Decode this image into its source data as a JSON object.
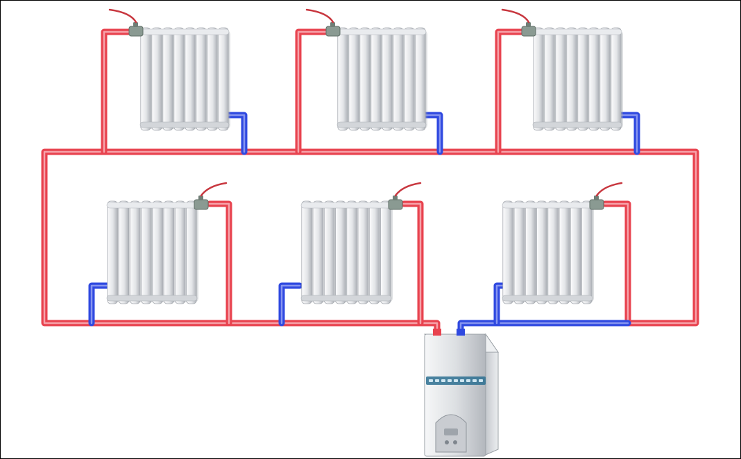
{
  "diagram": {
    "type": "two-pipe heating system",
    "colors": {
      "supply_pipe": "#e8434f",
      "return_pipe": "#2f49e0",
      "radiator_light": "#f2f3f5",
      "radiator_dark": "#b9bcc2",
      "valve": "#8a9a92",
      "boiler_body": "#d9dce0",
      "boiler_label": "#2b6f90",
      "frame": "#000000"
    },
    "radiators": [
      {
        "row": "upper",
        "position": "left",
        "valve": "top-left"
      },
      {
        "row": "upper",
        "position": "center",
        "valve": "top-left"
      },
      {
        "row": "upper",
        "position": "right",
        "valve": "top-left"
      },
      {
        "row": "lower",
        "position": "left",
        "valve": "top-right"
      },
      {
        "row": "lower",
        "position": "center",
        "valve": "top-right"
      },
      {
        "row": "lower",
        "position": "right",
        "valve": "top-right"
      }
    ],
    "boiler": {
      "label_icon": "brand-plate-icon"
    }
  }
}
